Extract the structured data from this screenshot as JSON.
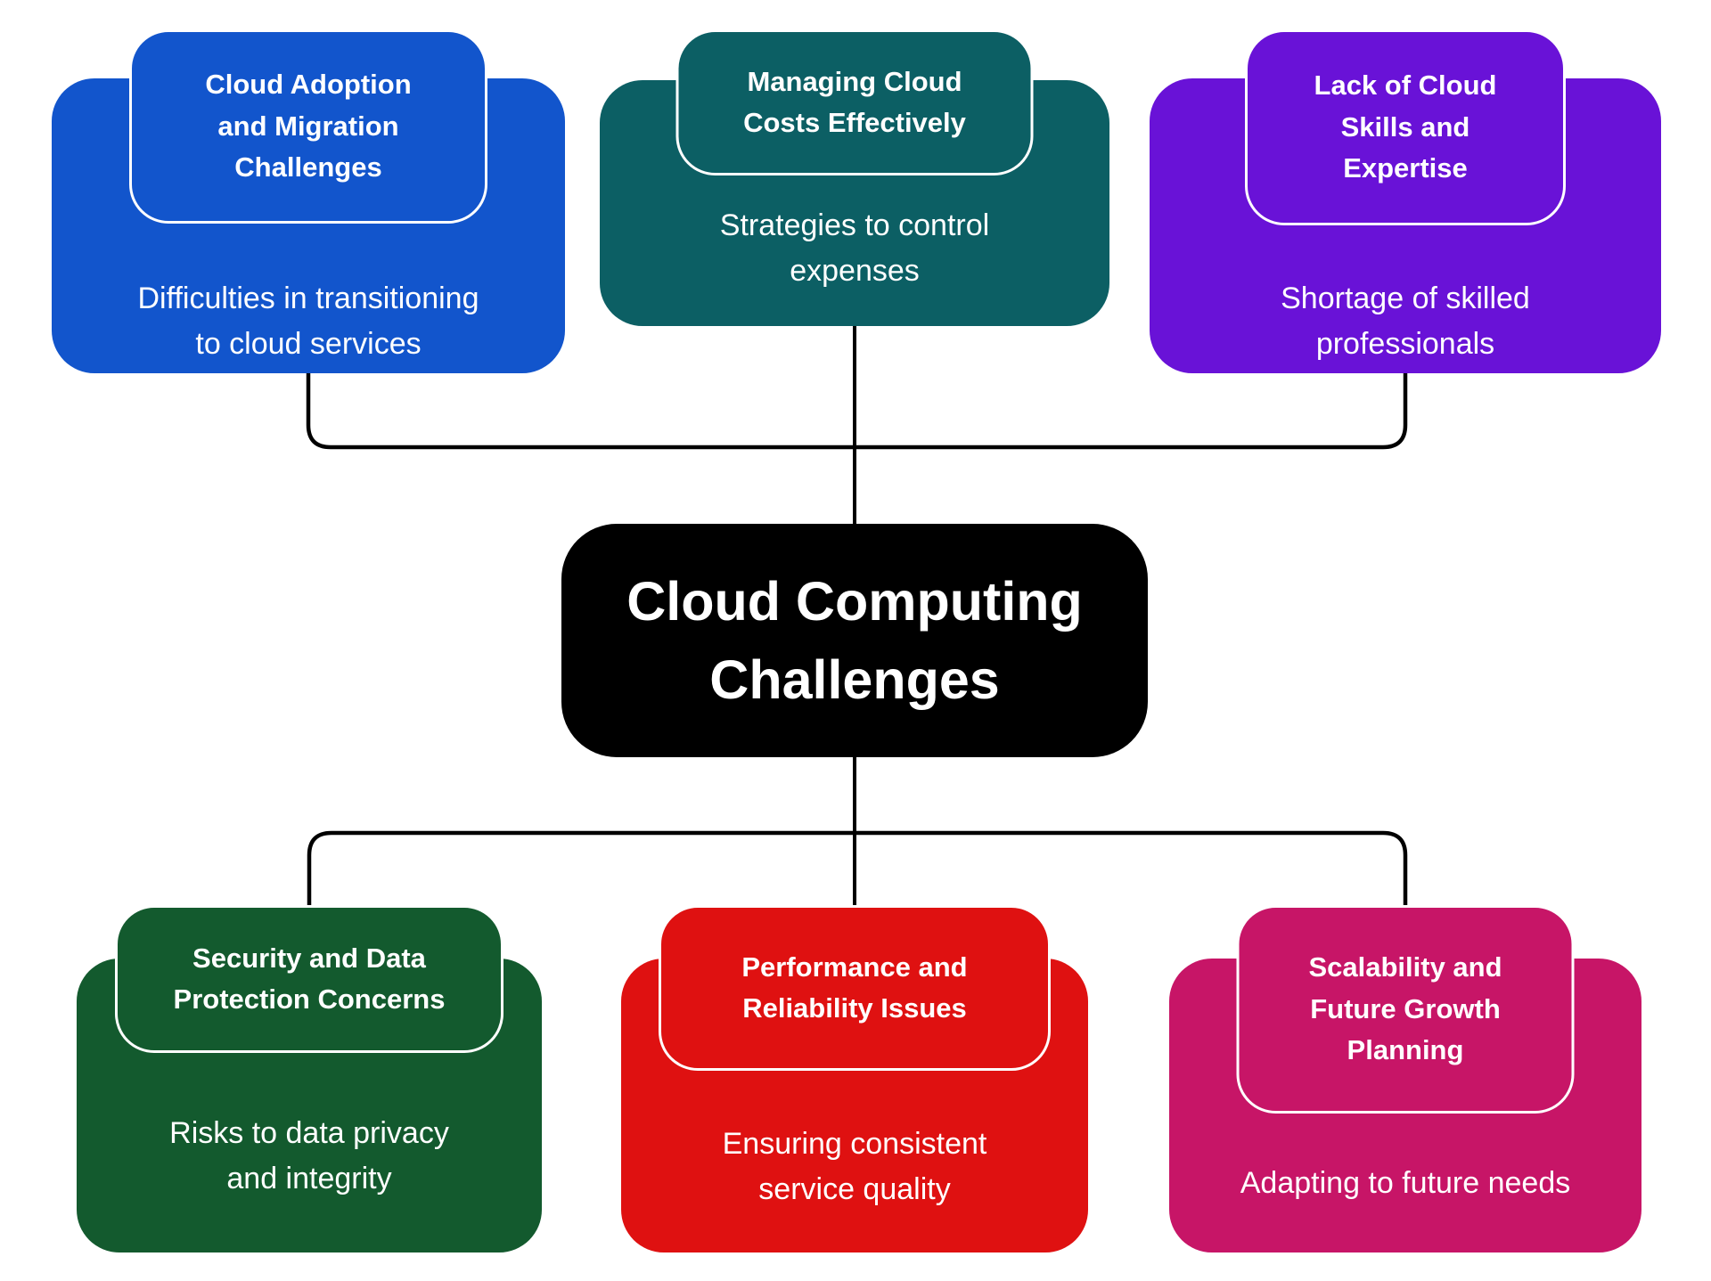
{
  "root": {
    "label": "Cloud Computing\nChallenges",
    "color": "#000000",
    "text_color": "#FFFFFF"
  },
  "branches": [
    {
      "id": "cloud-adoption",
      "position": "top-left",
      "color": "#1255CC",
      "title": "Cloud Adoption\nand Migration\nChallenges",
      "body": "Difficulties in transitioning\nto cloud services"
    },
    {
      "id": "cloud-costs",
      "position": "top-middle",
      "color": "#0C5F64",
      "title": "Managing Cloud\nCosts Effectively",
      "body": "Strategies to control\nexpenses"
    },
    {
      "id": "cloud-skills",
      "position": "top-right",
      "color": "#6912D7",
      "title": "Lack of Cloud\nSkills and\nExpertise",
      "body": "Shortage of skilled\nprofessionals"
    },
    {
      "id": "security",
      "position": "bottom-left",
      "color": "#135A2E",
      "title": "Security and Data\nProtection Concerns",
      "body": "Risks to data privacy\nand integrity"
    },
    {
      "id": "performance",
      "position": "bottom-middle",
      "color": "#DF1111",
      "title": "Performance and\nReliability Issues",
      "body": "Ensuring consistent\nservice quality"
    },
    {
      "id": "scalability",
      "position": "bottom-right",
      "color": "#C71567",
      "title": "Scalability and\nFuture Growth\nPlanning",
      "body": "Adapting to future needs"
    }
  ],
  "connector_color": "#000000",
  "background_color": "#FFFFFF"
}
